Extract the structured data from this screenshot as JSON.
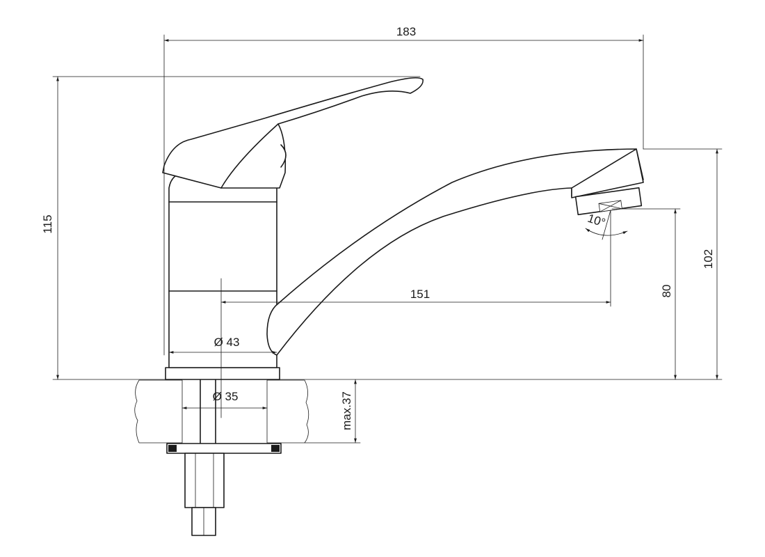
{
  "drawing": {
    "dimensions": {
      "overall_width": "183",
      "overall_height": "115",
      "spout_height": "102",
      "aerator_height": "80",
      "spout_reach": "151",
      "body_diameter": "Ø 43",
      "mount_diameter": "Ø 35",
      "max_thickness": "max.37",
      "aerator_angle": "10°"
    },
    "colors": {
      "line": "#1a1a1a",
      "background": "#ffffff"
    }
  }
}
